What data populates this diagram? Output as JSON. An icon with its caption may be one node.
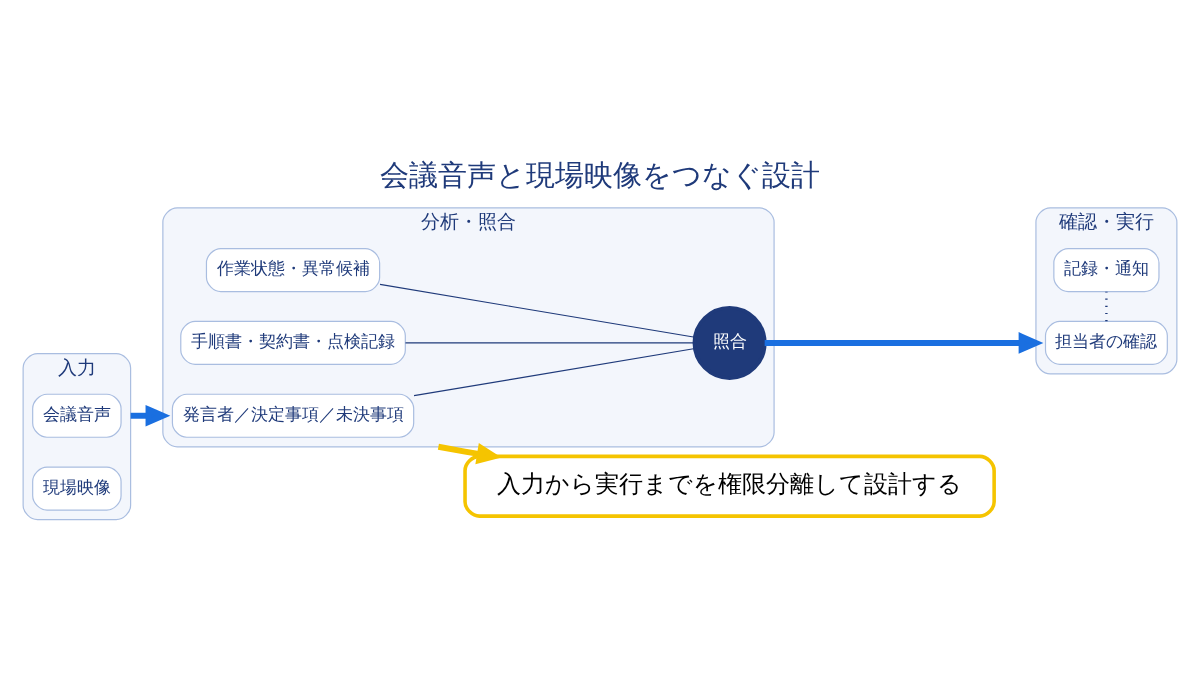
{
  "diagram": {
    "title": "会議音声と現場映像をつなぐ設計",
    "nodes": [
      {
        "text": [
          "入力"
        ]
      },
      {
        "text": [
          "会議音声"
        ],
        "in": 0
      },
      {
        "text": [
          "現場映像"
        ],
        "in": 0
      },
      {
        "text": [
          "分析・照合"
        ]
      },
      {
        "text": [
          "発言者／決定事項／未決事項"
        ],
        "in": 3
      },
      {
        "text": [
          "作業状態・異常候補"
        ],
        "in": 3
      },
      {
        "text": [
          "手順書・契約書・点検記録"
        ],
        "in": 3
      },
      {
        "text": [
          "照合"
        ],
        "in": 3
      },
      {
        "text": [
          "確認・実行"
        ]
      },
      {
        "text": [
          "担当者の確認"
        ],
        "in": 8
      },
      {
        "text": [
          "記録・通知"
        ],
        "in": 8
      },
      {
        "text": [
          "入力から実行までを権限分離して設計する"
        ]
      }
    ],
    "edges": [
      {
        "from": 0,
        "to": 3,
        "arrow": "to",
        "style": "thick",
        "color": "#1a6fe0"
      },
      {
        "from": 4,
        "to": 7,
        "arrow": "none"
      },
      {
        "from": 5,
        "to": 7,
        "arrow": "none"
      },
      {
        "from": 6,
        "to": 7,
        "arrow": "none"
      },
      {
        "from": 7,
        "to": 8,
        "arrow": "to",
        "style": "thick",
        "color": "#1a6fe0"
      },
      {
        "from": 9,
        "to": 10,
        "arrow": "none",
        "style": "dashed"
      },
      {
        "from": 3,
        "to": 11,
        "arrow": "to",
        "style": "thick",
        "color": "#f5c400"
      }
    ]
  }
}
